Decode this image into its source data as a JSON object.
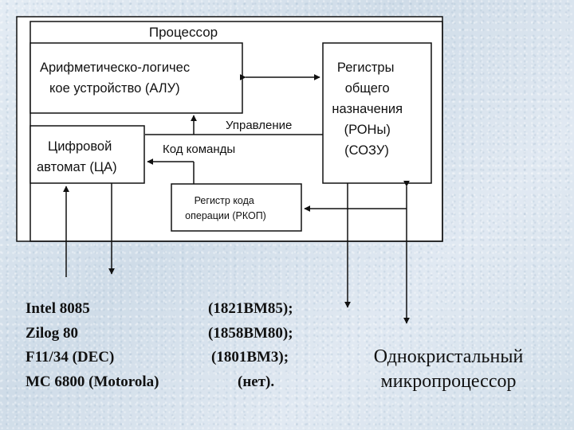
{
  "diagram": {
    "processor_label": "Процессор",
    "alu": {
      "lines": [
        "Арифметическо-логичес",
        "кое устройство (АЛУ)"
      ]
    },
    "control_unit": {
      "lines": [
        "Цифровой",
        "автомат (ЦА)"
      ]
    },
    "registers": {
      "lines": [
        "Регистры",
        "общего",
        "назначения",
        "(РОНы)",
        "(СОЗУ)"
      ]
    },
    "opcode_register": {
      "lines": [
        "Регистр кода",
        "операции (РКОП)"
      ]
    },
    "control_label": "Управление",
    "command_code_label": "Код команды"
  },
  "processors": [
    {
      "name": "Intel 8085",
      "code": "(1821ВМ85);"
    },
    {
      "name": "Zilog 80",
      "code": "(1858ВМ80);"
    },
    {
      "name": "F11/34 (DEC)",
      "code": "(1801ВМ3);"
    },
    {
      "name": "MC 6800 (Motorola)",
      "code": "(нет)."
    }
  ],
  "caption": {
    "line1": "Однокристальный",
    "line2": "микропроцессор"
  },
  "colors": {
    "background": "#d9e4ee",
    "diagram_fill": "#ffffff",
    "lines": "#111111"
  }
}
